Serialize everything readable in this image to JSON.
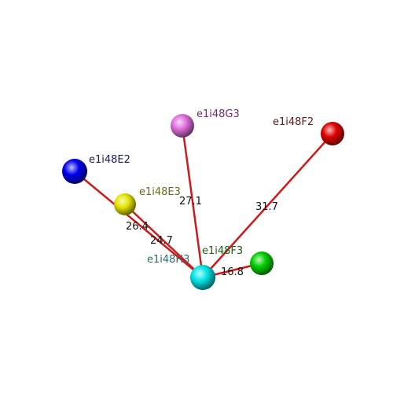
{
  "nodes": [
    {
      "id": "H3",
      "label": "e1i48H3",
      "color": "#00e5e5",
      "label_color": "#2e6b6b"
    },
    {
      "id": "E2",
      "label": "e1i48E2",
      "color": "#0000ee",
      "label_color": "#1a1a5e"
    },
    {
      "id": "E3",
      "label": "e1i48E3",
      "color": "#e5e500",
      "label_color": "#6b6b1a"
    },
    {
      "id": "G3",
      "label": "e1i48G3",
      "color": "#e070e0",
      "label_color": "#6b2e6b"
    },
    {
      "id": "F2",
      "label": "e1i48F2",
      "color": "#e00000",
      "label_color": "#5e1a1a"
    },
    {
      "id": "F3",
      "label": "e1i48F3",
      "color": "#00d000",
      "label_color": "#1a5e1a"
    }
  ],
  "edges": [
    {
      "from": "E2",
      "to": "H3",
      "label": "24.7"
    },
    {
      "from": "E3",
      "to": "H3",
      "label": "26.4"
    },
    {
      "from": "G3",
      "to": "H3",
      "label": "27.1"
    },
    {
      "from": "F2",
      "to": "H3",
      "label": "31.7"
    },
    {
      "from": "F3",
      "to": "H3",
      "label": "16.8"
    }
  ],
  "edge_color": "#cc1a1a"
}
